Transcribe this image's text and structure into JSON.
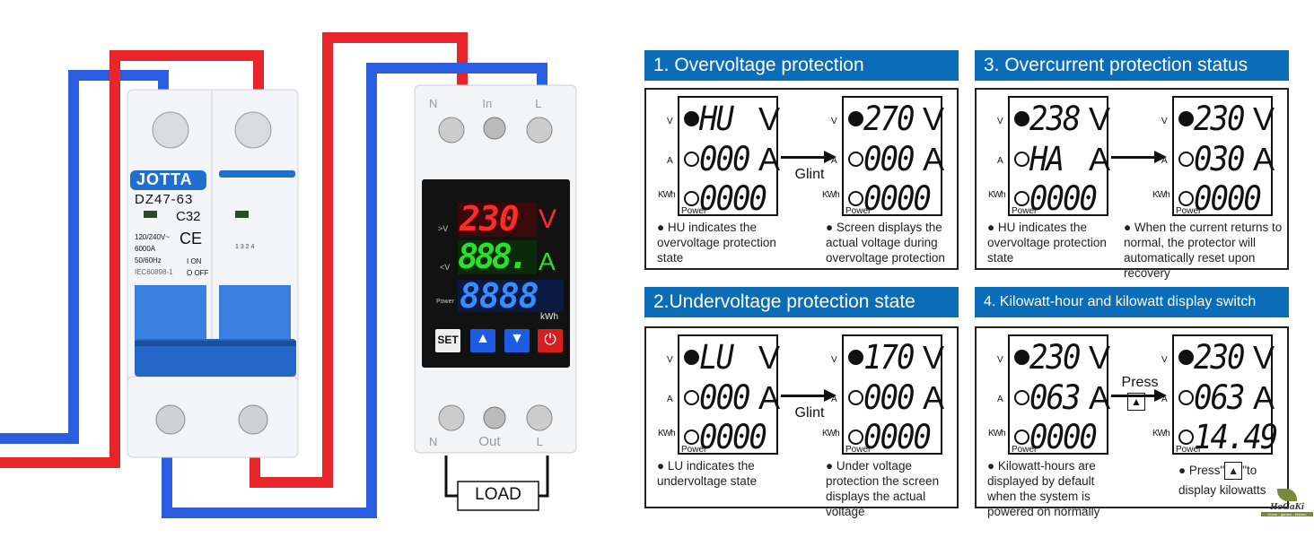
{
  "breaker": {
    "brand": "JOTTA",
    "model": "DZ47-63",
    "rating": "C32",
    "specs": [
      "120/240V~",
      "6000A",
      "50/60Hz",
      "IEC60898-1"
    ],
    "ce": "CE",
    "on": "I ON",
    "off": "O OFF",
    "terminals": "1 3 2 4"
  },
  "device": {
    "top_terminals": [
      "N",
      "In",
      "L"
    ],
    "bottom_terminals": [
      "N",
      "Out",
      "L"
    ],
    "row1": {
      "label": ">V",
      "value": "230",
      "unit": "V"
    },
    "row2": {
      "label": "<V",
      "value": "888.",
      "unit": "A"
    },
    "row3": {
      "label": "Power",
      "value": "8888",
      "unit": "kWh"
    },
    "buttons": {
      "set": "SET",
      "up": "▲",
      "down": "▼",
      "power": "⏻"
    },
    "load": "LOAD"
  },
  "labels": {
    "v": "V",
    "a": "A",
    "kwh": "KWh",
    "power": "Power"
  },
  "panels": [
    {
      "title": "1. Overvoltage protection",
      "arrow_label": "Glint",
      "left": {
        "v": "HU ",
        "a": "000",
        "kwh": "0000"
      },
      "right": {
        "v": "270",
        "a": "000",
        "kwh": "0000"
      },
      "left_note": "● HU indicates the overvoltage protection state",
      "right_note": "● Screen displays the actual voltage during overvoltage protection"
    },
    {
      "title": "2.Undervoltage protection state",
      "arrow_label": "Glint",
      "left": {
        "v": "LU ",
        "a": "000",
        "kwh": "0000"
      },
      "right": {
        "v": " 170",
        "a": "000",
        "kwh": "0000"
      },
      "left_note": "● LU indicates the undervoltage state",
      "right_note": "● Under voltage protection the screen displays the actual voltage"
    },
    {
      "title": "3. Overcurrent protection status",
      "arrow_label": "",
      "left": {
        "v": "238",
        "a": "HA ",
        "kwh": "0000"
      },
      "right": {
        "v": "230",
        "a": "030",
        "kwh": "0000"
      },
      "left_note": "● HU indicates the overvoltage protection state",
      "right_note": "● When the current returns to normal, the protector will automatically reset upon recovery"
    },
    {
      "title": "4. Kilowatt-hour and kilowatt display switch",
      "arrow_label": "Press",
      "arrow_key": "▲",
      "left": {
        "v": "230",
        "a": "063",
        "kwh": "0000"
      },
      "right": {
        "v": "230",
        "a": "063",
        "kwh": " 14.49"
      },
      "left_note": "● Kilowatt-hours are displayed by default when the system is powered on normally",
      "right_note_a": "● Press\"",
      "right_note_key": "▲",
      "right_note_b": "\"to display kilowatts"
    }
  ],
  "logo": {
    "name": "HoGaKi",
    "tagline": "Home - garden - kitchen"
  }
}
